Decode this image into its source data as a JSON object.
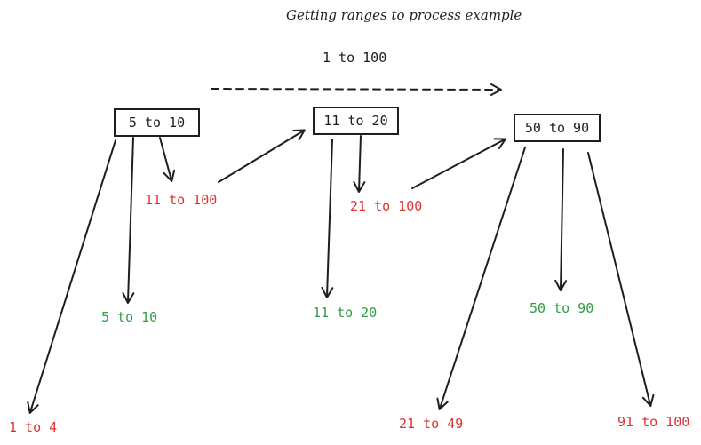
{
  "title": "Getting ranges to process example",
  "overall_range": "1 to 100",
  "colors": {
    "ink": "#1e1e1e",
    "remaining": "#e03131",
    "processed": "#2f9e44"
  },
  "nodes": [
    {
      "box": "5 to 10",
      "remaining": "11 to 100",
      "processed": "5 to 10",
      "before": "1 to 4"
    },
    {
      "box": "11 to 20",
      "remaining": "21 to 100",
      "processed": "11 to 20"
    },
    {
      "box": "50 to 90",
      "processed": "50 to 90",
      "before": "21 to 49",
      "after": "91 to 100"
    }
  ]
}
